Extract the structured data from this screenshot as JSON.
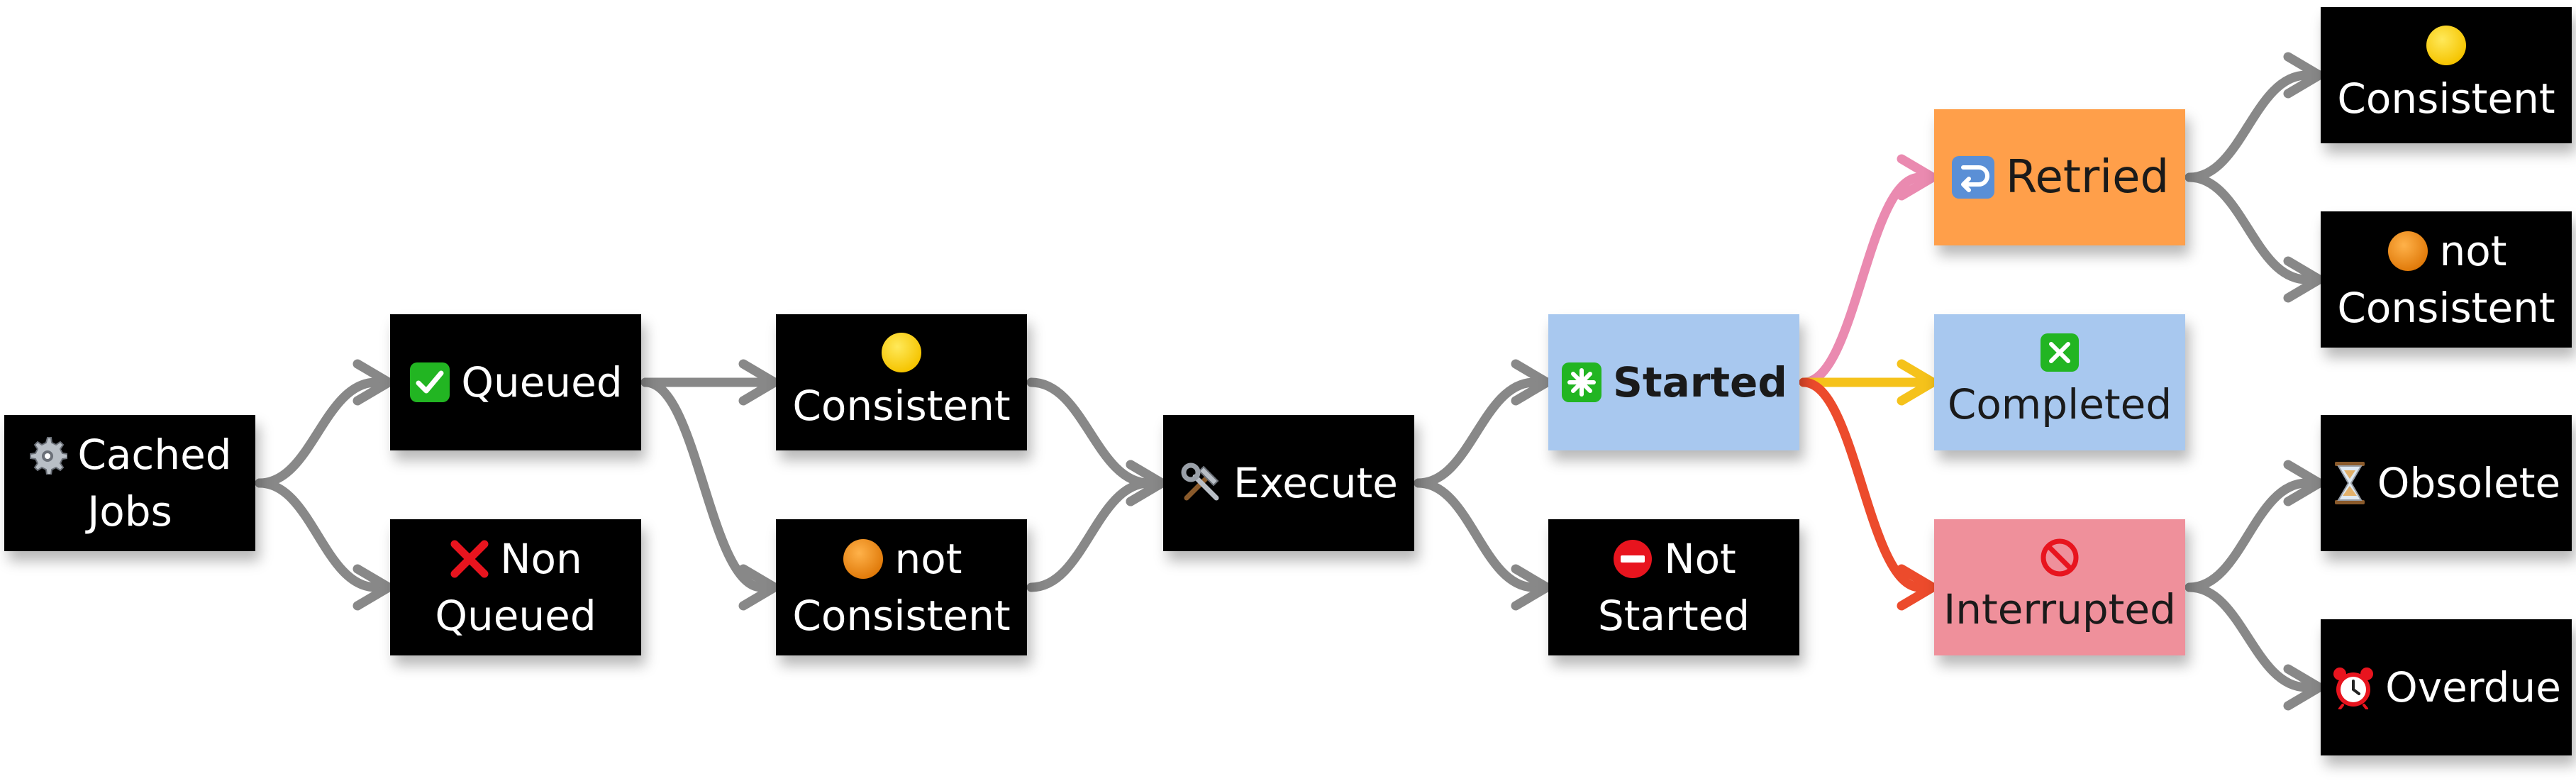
{
  "nodes": {
    "cached_jobs": {
      "lines": [
        "Cached",
        "Jobs"
      ],
      "icon": "gear-icon"
    },
    "queued": {
      "lines": [
        "Queued"
      ],
      "icon": "check-box-icon",
      "color": "#1db41d"
    },
    "non_queued": {
      "lines": [
        "Non",
        "Queued"
      ],
      "icon": "red-x-icon",
      "color": "#e8141e"
    },
    "consistent_1": {
      "lines": [
        "Consistent"
      ],
      "icon": "yellow-circle-icon",
      "color": "#ffd21a"
    },
    "not_consistent_1": {
      "lines": [
        "not",
        "Consistent"
      ],
      "icon": "orange-circle-icon",
      "color": "#f08a12"
    },
    "execute": {
      "lines": [
        "Execute"
      ],
      "icon": "tools-icon"
    },
    "started": {
      "lines": [
        "Started"
      ],
      "icon": "asterisk-box-icon",
      "color": "#1db41d"
    },
    "not_started": {
      "lines": [
        "Not",
        "Started"
      ],
      "icon": "no-entry-icon",
      "color": "#e8141e"
    },
    "retried": {
      "lines": [
        "Retried"
      ],
      "icon": "return-arrow-icon",
      "color": "#5a8fd6"
    },
    "completed": {
      "lines": [
        "Completed"
      ],
      "icon": "x-box-icon",
      "color": "#1db41d"
    },
    "interrupted": {
      "lines": [
        "Interrupted"
      ],
      "icon": "prohibited-icon",
      "color": "#e8141e"
    },
    "consistent_2": {
      "lines": [
        "Consistent"
      ],
      "icon": "yellow-circle-icon",
      "color": "#ffd21a"
    },
    "not_consistent_2": {
      "lines": [
        "not",
        "Consistent"
      ],
      "icon": "orange-circle-icon",
      "color": "#f08a12"
    },
    "obsolete": {
      "lines": [
        "Obsolete"
      ],
      "icon": "hourglass-icon"
    },
    "overdue": {
      "lines": [
        "Overdue"
      ],
      "icon": "alarm-clock-icon"
    }
  },
  "edges": [
    {
      "from": "cached_jobs",
      "to": "queued",
      "color": "#888888"
    },
    {
      "from": "cached_jobs",
      "to": "non_queued",
      "color": "#888888"
    },
    {
      "from": "queued",
      "to": "consistent_1",
      "color": "#888888"
    },
    {
      "from": "queued",
      "to": "not_consistent_1",
      "color": "#888888"
    },
    {
      "from": "consistent_1",
      "to": "execute",
      "color": "#888888"
    },
    {
      "from": "not_consistent_1",
      "to": "execute",
      "color": "#888888"
    },
    {
      "from": "execute",
      "to": "started",
      "color": "#888888"
    },
    {
      "from": "execute",
      "to": "not_started",
      "color": "#888888"
    },
    {
      "from": "started",
      "to": "retried",
      "color": "#ea8ab0"
    },
    {
      "from": "started",
      "to": "completed",
      "color": "#f5c21b"
    },
    {
      "from": "started",
      "to": "interrupted",
      "color": "#ec4b2c"
    },
    {
      "from": "retried",
      "to": "consistent_2",
      "color": "#888888"
    },
    {
      "from": "retried",
      "to": "not_consistent_2",
      "color": "#888888"
    },
    {
      "from": "interrupted",
      "to": "obsolete",
      "color": "#888888"
    },
    {
      "from": "interrupted",
      "to": "overdue",
      "color": "#888888"
    }
  ]
}
